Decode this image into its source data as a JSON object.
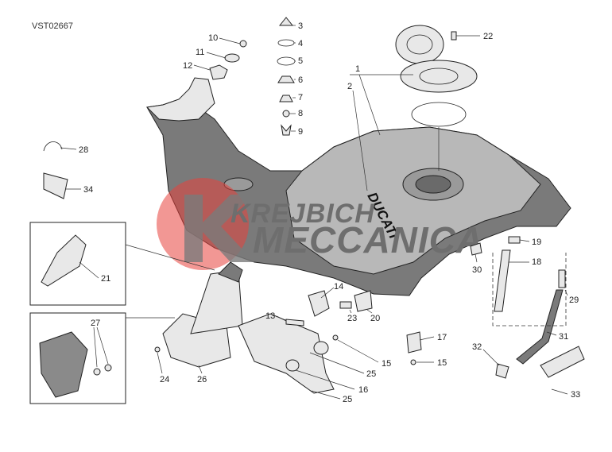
{
  "drawing_code": "VST02667",
  "tank_brand": "DUCATI",
  "watermark": {
    "line1": "KREJBICH",
    "line2": "MECCANICA",
    "accent_color": "#e8413c"
  },
  "callouts": [
    "1",
    "2",
    "3",
    "4",
    "5",
    "6",
    "7",
    "8",
    "9",
    "10",
    "11",
    "12",
    "13",
    "14",
    "15",
    "15",
    "16",
    "17",
    "18",
    "19",
    "20",
    "21",
    "22",
    "23",
    "24",
    "25",
    "25",
    "26",
    "27",
    "28",
    "29",
    "30",
    "31",
    "32",
    "33",
    "34"
  ]
}
